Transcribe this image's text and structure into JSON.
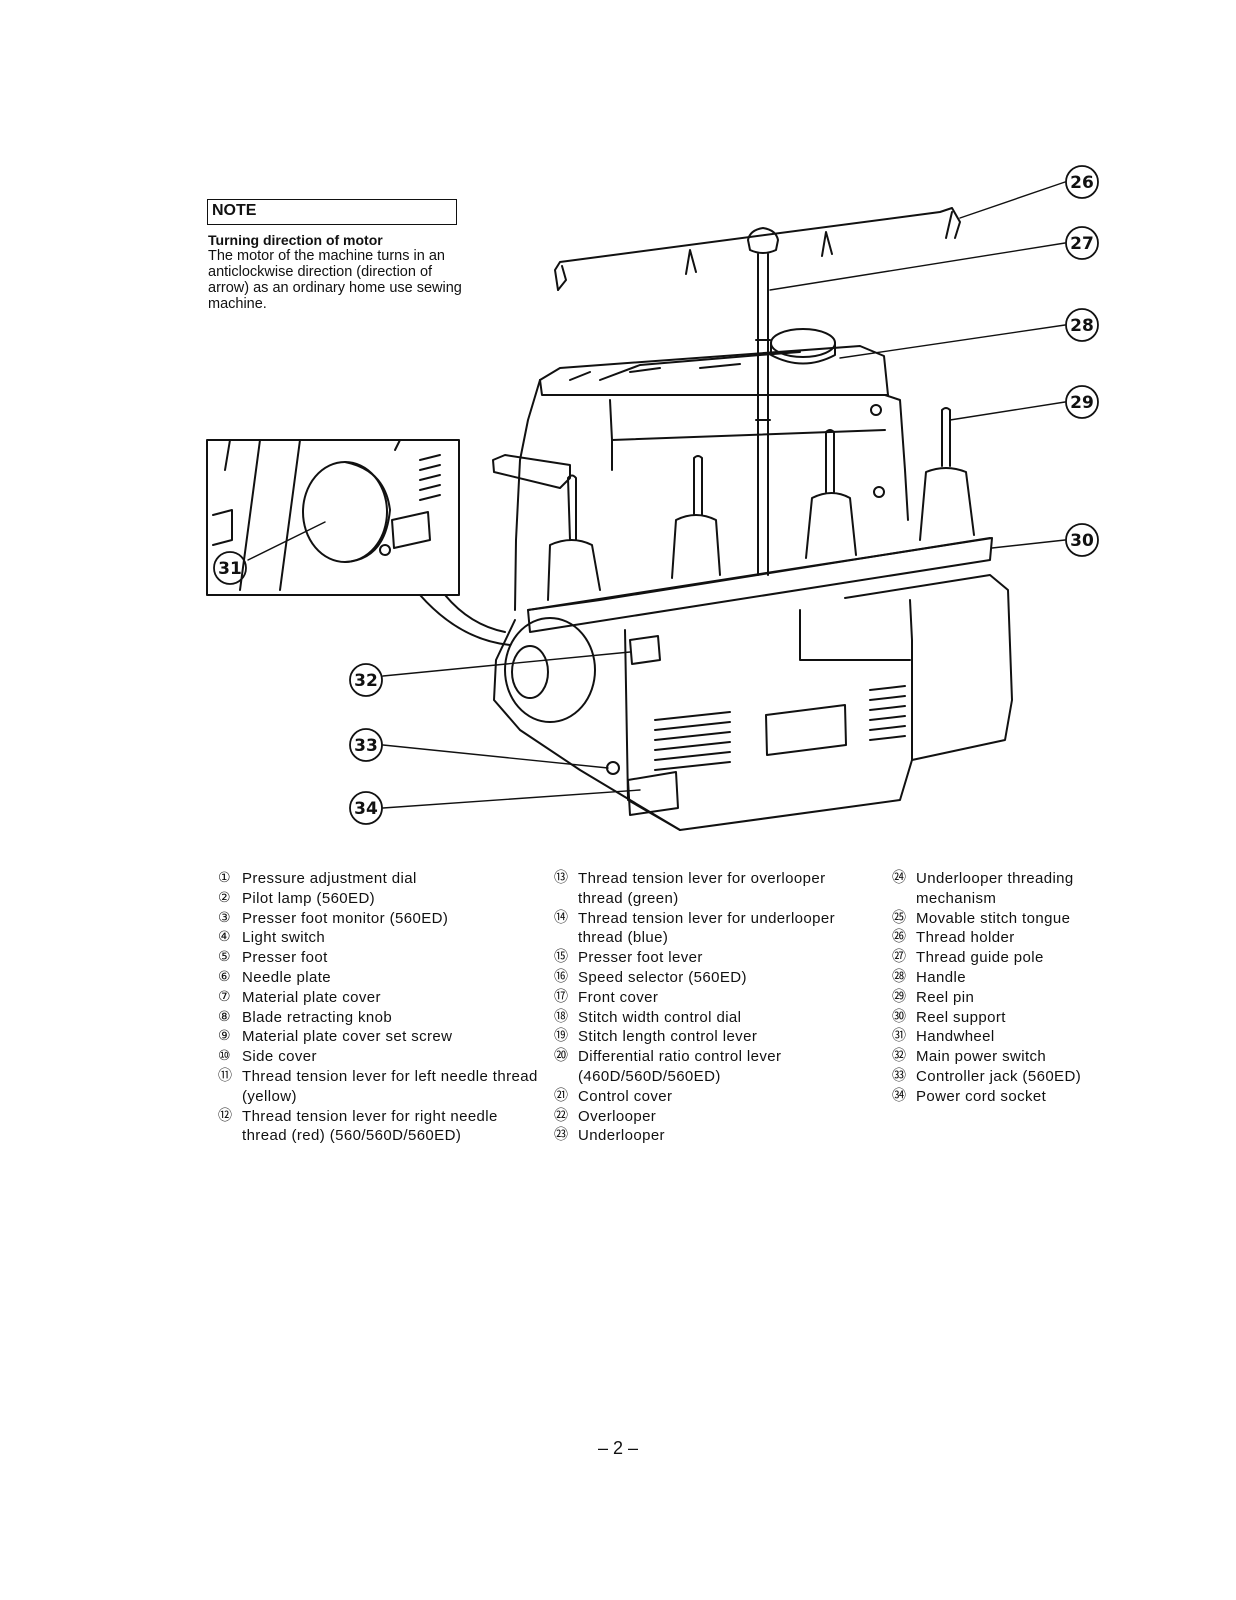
{
  "note": {
    "label": "NOTE",
    "title": "Turning direction of motor",
    "body": "The motor of the machine turns in an anticlockwise direction (direction of arrow) as an ordinary home use sewing machine."
  },
  "callouts": [
    "26",
    "27",
    "28",
    "29",
    "30",
    "31",
    "32",
    "33",
    "34"
  ],
  "legend": {
    "col1": [
      {
        "num": "①",
        "text": "Pressure adjustment dial"
      },
      {
        "num": "②",
        "text": "Pilot lamp (560ED)"
      },
      {
        "num": "③",
        "text": "Presser foot monitor (560ED)"
      },
      {
        "num": "④",
        "text": "Light switch"
      },
      {
        "num": "⑤",
        "text": "Presser foot"
      },
      {
        "num": "⑥",
        "text": "Needle plate"
      },
      {
        "num": "⑦",
        "text": "Material plate cover"
      },
      {
        "num": "⑧",
        "text": "Blade retracting knob"
      },
      {
        "num": "⑨",
        "text": "Material plate cover set screw"
      },
      {
        "num": "⑩",
        "text": "Side cover"
      },
      {
        "num": "⑪",
        "text": "Thread tension lever for left needle thread (yellow)"
      },
      {
        "num": "⑫",
        "text": "Thread tension lever for right needle thread (red) (560/560D/560ED)"
      }
    ],
    "col2": [
      {
        "num": "⑬",
        "text": "Thread tension lever for overlooper thread (green)"
      },
      {
        "num": "⑭",
        "text": "Thread tension lever for underlooper thread (blue)"
      },
      {
        "num": "⑮",
        "text": "Presser foot lever"
      },
      {
        "num": "⑯",
        "text": "Speed selector (560ED)"
      },
      {
        "num": "⑰",
        "text": "Front cover"
      },
      {
        "num": "⑱",
        "text": "Stitch width control dial"
      },
      {
        "num": "⑲",
        "text": "Stitch length control lever"
      },
      {
        "num": "⑳",
        "text": "Differential ratio control lever (460D/560D/560ED)"
      },
      {
        "num": "㉑",
        "text": "Control cover"
      },
      {
        "num": "㉒",
        "text": "Overlooper"
      },
      {
        "num": "㉓",
        "text": "Underlooper"
      }
    ],
    "col3": [
      {
        "num": "㉔",
        "text": "Underlooper threading mechanism"
      },
      {
        "num": "㉕",
        "text": "Movable stitch tongue"
      },
      {
        "num": "㉖",
        "text": "Thread holder"
      },
      {
        "num": "㉗",
        "text": "Thread guide pole"
      },
      {
        "num": "㉘",
        "text": "Handle"
      },
      {
        "num": "㉙",
        "text": "Reel pin"
      },
      {
        "num": "㉚",
        "text": "Reel support"
      },
      {
        "num": "㉛",
        "text": "Handwheel"
      },
      {
        "num": "㉜",
        "text": "Main power switch"
      },
      {
        "num": "㉝",
        "text": "Controller jack (560ED)"
      },
      {
        "num": "㉞",
        "text": "Power cord socket"
      }
    ]
  },
  "page_number": "– 2 –"
}
